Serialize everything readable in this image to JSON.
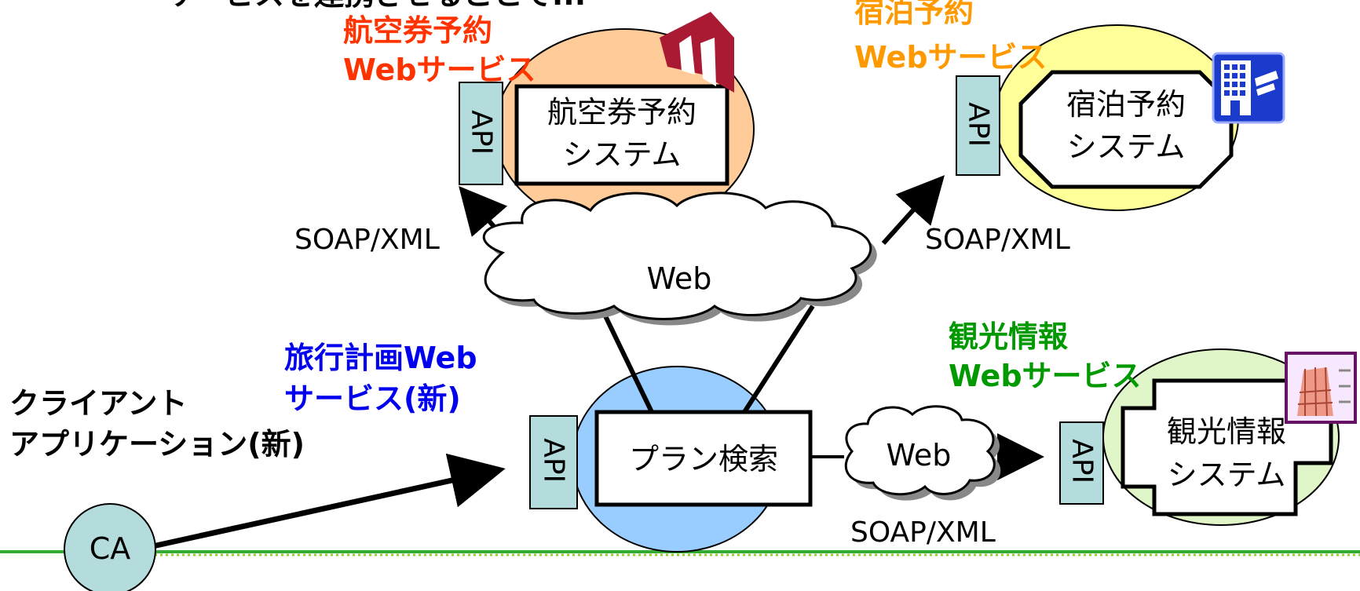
{
  "colors": {
    "air": "#ff3300",
    "hotel": "#ff9900",
    "sight": "#009900",
    "travel": "#0000ee",
    "black": "#000000",
    "ground": "#33aa33"
  },
  "header_fragment": "サービスを連携させることで...",
  "services": {
    "air": {
      "caption_line1": "航空券予約",
      "caption_line2": "Webサービス",
      "api_label": "API",
      "system_line1": "航空券予約",
      "system_line2": "システム",
      "icon": "airline-logo-icon"
    },
    "hotel": {
      "caption_line1": "宿泊予約",
      "caption_line2": "Webサービス",
      "api_label": "API",
      "system_line1": "宿泊予約",
      "system_line2": "システム",
      "icon": "hotel-building-icon"
    },
    "sight": {
      "caption_line1": "観光情報",
      "caption_line2": "Webサービス",
      "api_label": "API",
      "system_line1": "観光情報",
      "system_line2": "システム",
      "icon": "leaning-tower-icon"
    },
    "travel": {
      "caption_line1": "旅行計画Web",
      "caption_line2": "サービス(新)",
      "api_label": "API",
      "system_label": "プラン検索"
    }
  },
  "client": {
    "caption_line1": "クライアント",
    "caption_line2": "アプリケーション(新)",
    "node_label": "CA"
  },
  "web_clouds": {
    "main": "Web",
    "small": "Web"
  },
  "protocols": {
    "left": "SOAP/XML",
    "right": "SOAP/XML",
    "bottom": "SOAP/XML"
  }
}
